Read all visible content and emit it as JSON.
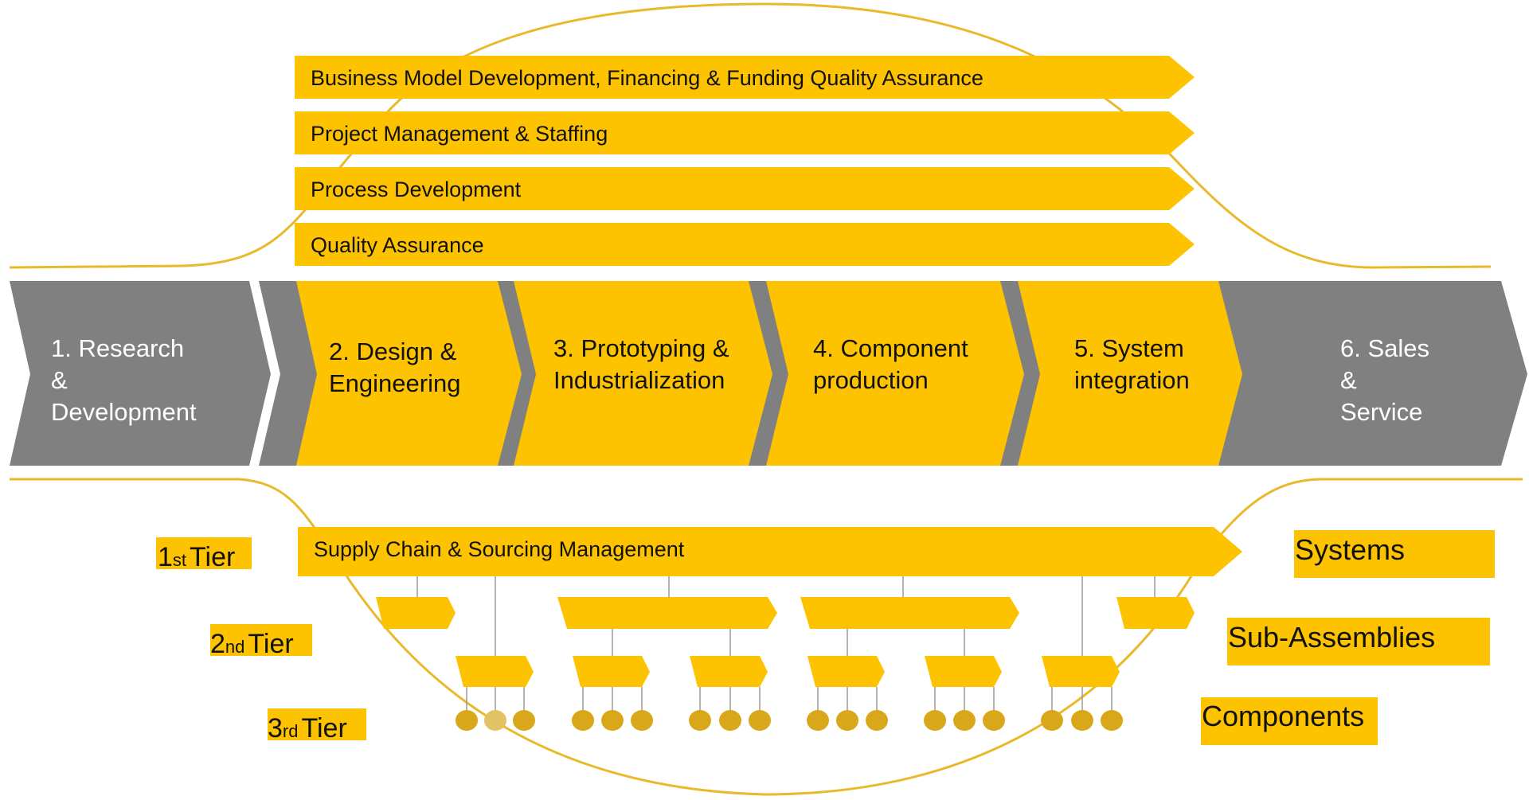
{
  "colors": {
    "yellow": "#FDC300",
    "gray": "#808080",
    "dot": "#D8A81A",
    "dot_light": "#E3C266",
    "line": "#E8B92A",
    "connector": "#9A9A9A"
  },
  "support_functions": [
    "Business Model Development, Financing & Funding Quality Assurance",
    "Project Management & Staffing",
    "Process Development",
    "Quality Assurance"
  ],
  "value_chain": [
    {
      "lines": [
        "1. Research",
        "&",
        "Development"
      ]
    },
    {
      "lines": [
        "2. Design &",
        "Engineering"
      ]
    },
    {
      "lines": [
        "3. Prototyping &",
        "Industrialization"
      ]
    },
    {
      "lines": [
        "4. Component",
        "production"
      ]
    },
    {
      "lines": [
        "5. System",
        "integration"
      ]
    },
    {
      "lines": [
        "6. Sales",
        "&",
        "Service"
      ]
    }
  ],
  "supply_chain": {
    "label": "Supply Chain & Sourcing Management"
  },
  "tiers": [
    {
      "num": "1",
      "suffix": "st",
      "word": "Tier"
    },
    {
      "num": "2",
      "suffix": "nd",
      "word": "Tier"
    },
    {
      "num": "3",
      "suffix": "rd",
      "word": "Tier"
    }
  ],
  "levels": [
    "Systems",
    "Sub-Assemblies",
    "Components"
  ]
}
